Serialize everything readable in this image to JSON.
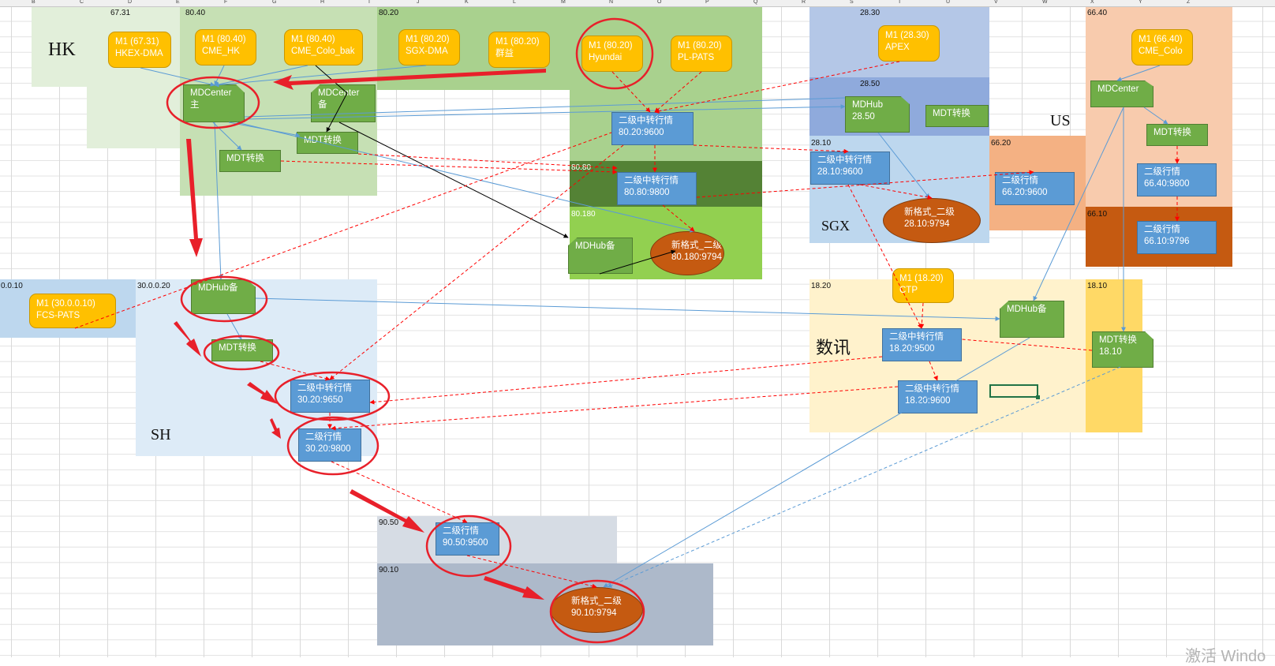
{
  "columns": [
    "B",
    "C",
    "D",
    "E",
    "F",
    "G",
    "H",
    "I",
    "J",
    "K",
    "L",
    "M",
    "N",
    "O",
    "P",
    "Q",
    "R",
    "S",
    "T",
    "U",
    "V",
    "W",
    "X",
    "Y",
    "Z"
  ],
  "zones": {
    "hk_a": "67.31",
    "hk_b": "80.40",
    "hk_c": "80.20",
    "sg_a": "28.30",
    "sg_b": "28.50",
    "sg_c": "28.10",
    "us_a": "66.40",
    "us_b": "66.20",
    "us_c": "66.10",
    "hk_d": "80.80",
    "hk_e": "80.180",
    "fcs": "0.0.10",
    "sh": "30.0.0.20",
    "sx_a": "18.20",
    "sx_b": "18.10",
    "bot_a": "90.50",
    "bot_b": "90.10"
  },
  "regions": {
    "hk": "HK",
    "sgx": "SGX",
    "us": "US",
    "sh": "SH",
    "shuxun": "数讯"
  },
  "nodes": {
    "m1_hkex": [
      "M1 (67.31)",
      "HKEX-DMA"
    ],
    "m1_cmehk": [
      "M1 (80.40)",
      "CME_HK"
    ],
    "m1_cmebak": [
      "M1 (80.40)",
      "CME_Colo_bak"
    ],
    "m1_sgx": [
      "M1 (80.20)",
      "SGX-DMA"
    ],
    "m1_qunyi": [
      "M1 (80.20)",
      "群益"
    ],
    "m1_hyundai": [
      "M1 (80.20)",
      "Hyundai"
    ],
    "m1_plpats": [
      "M1 (80.20)",
      "PL-PATS"
    ],
    "m1_apex": [
      "M1 (28.30)",
      "APEX"
    ],
    "m1_cmecolo": [
      "M1 (66.40)",
      "CME_Colo"
    ],
    "m1_fcs": [
      "M1 (30.0.0.10)",
      "FCS-PATS"
    ],
    "m1_ctp": [
      "M1 (18.20)",
      "CTP"
    ],
    "mdc_main": [
      "MDCenter",
      "主"
    ],
    "mdc_bak": [
      "MDCenter",
      "备"
    ],
    "mdc_us": [
      "MDCenter"
    ],
    "mdt_hk1": [
      "MDT转换"
    ],
    "mdt_hk2": [
      "MDT转换"
    ],
    "mdt_sg": [
      "MDT转换"
    ],
    "mdt_us": [
      "MDT转换"
    ],
    "mdt_sh": [
      "MDT转换"
    ],
    "mdt_1810": [
      "MDT转换",
      "18.10"
    ],
    "mdhub_2850": [
      "MDHub",
      "28.50"
    ],
    "mdhub_hk": [
      "MDHub备"
    ],
    "mdhub_sh": [
      "MDHub备"
    ],
    "mdhub_sx": [
      "MDHub备"
    ],
    "relay_8020": [
      "二级中转行情",
      "80.20:9600"
    ],
    "relay_2810": [
      "二级中转行情",
      "28.10:9600"
    ],
    "relay_3020": [
      "二级中转行情",
      "30.20:9650"
    ],
    "relay_1820a": [
      "二级中转行情",
      "18.20:9500"
    ],
    "relay_1820b": [
      "二级中转行情",
      "18.20:9600"
    ],
    "l2_8080": [
      "二级中转行情",
      "80.80:9800"
    ],
    "l2_6620": [
      "二级行情",
      "66.20:9600"
    ],
    "l2_6640": [
      "二级行情",
      "66.40:9800"
    ],
    "l2_6610": [
      "二级行情",
      "66.10:9796"
    ],
    "l2_3020": [
      "二级行情",
      "30.20:9800"
    ],
    "l2_9050": [
      "二级行情",
      "90.50:9500"
    ],
    "nf_80180": [
      "新格式_二级",
      "80.180:9794"
    ],
    "nf_2810": [
      "新格式_二级",
      "28.10:9794"
    ],
    "nf_9010": [
      "新格式_二级",
      "90.10:9794"
    ]
  },
  "watermark": "激活 Windo",
  "colors": {
    "m1": "#ffc000",
    "mdnode": "#70ad47",
    "level2": "#5b9bd5",
    "newformat": "#c55a11",
    "solid_link": "#5b9bd5",
    "dashed_link": "#ff0000",
    "highlight": "#e8202a"
  }
}
